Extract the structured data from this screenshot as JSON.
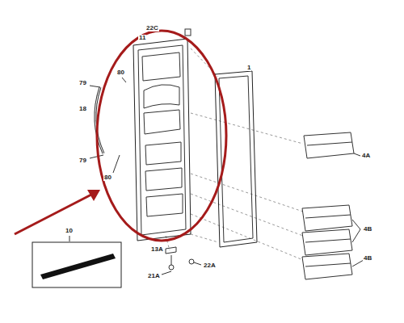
{
  "diagram": {
    "labels": [
      "22C",
      "11",
      "1",
      "79",
      "80",
      "18",
      "4A",
      "79",
      "80",
      "4B",
      "13A",
      "22A",
      "21A",
      "4B",
      "10"
    ]
  }
}
